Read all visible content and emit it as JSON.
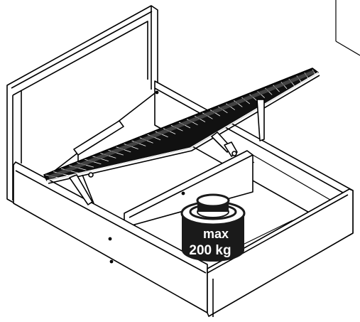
{
  "illustration": {
    "subject": "ottoman-bed-with-lifted-slatted-base",
    "stroke_color": "#000000",
    "fill_color": "#ffffff",
    "slat_color": "#111111"
  },
  "weight": {
    "line1": "max",
    "line2": "200 kg",
    "icon": "weight-icon",
    "body_color": "#1a1a1a",
    "text_color": "#ffffff"
  }
}
